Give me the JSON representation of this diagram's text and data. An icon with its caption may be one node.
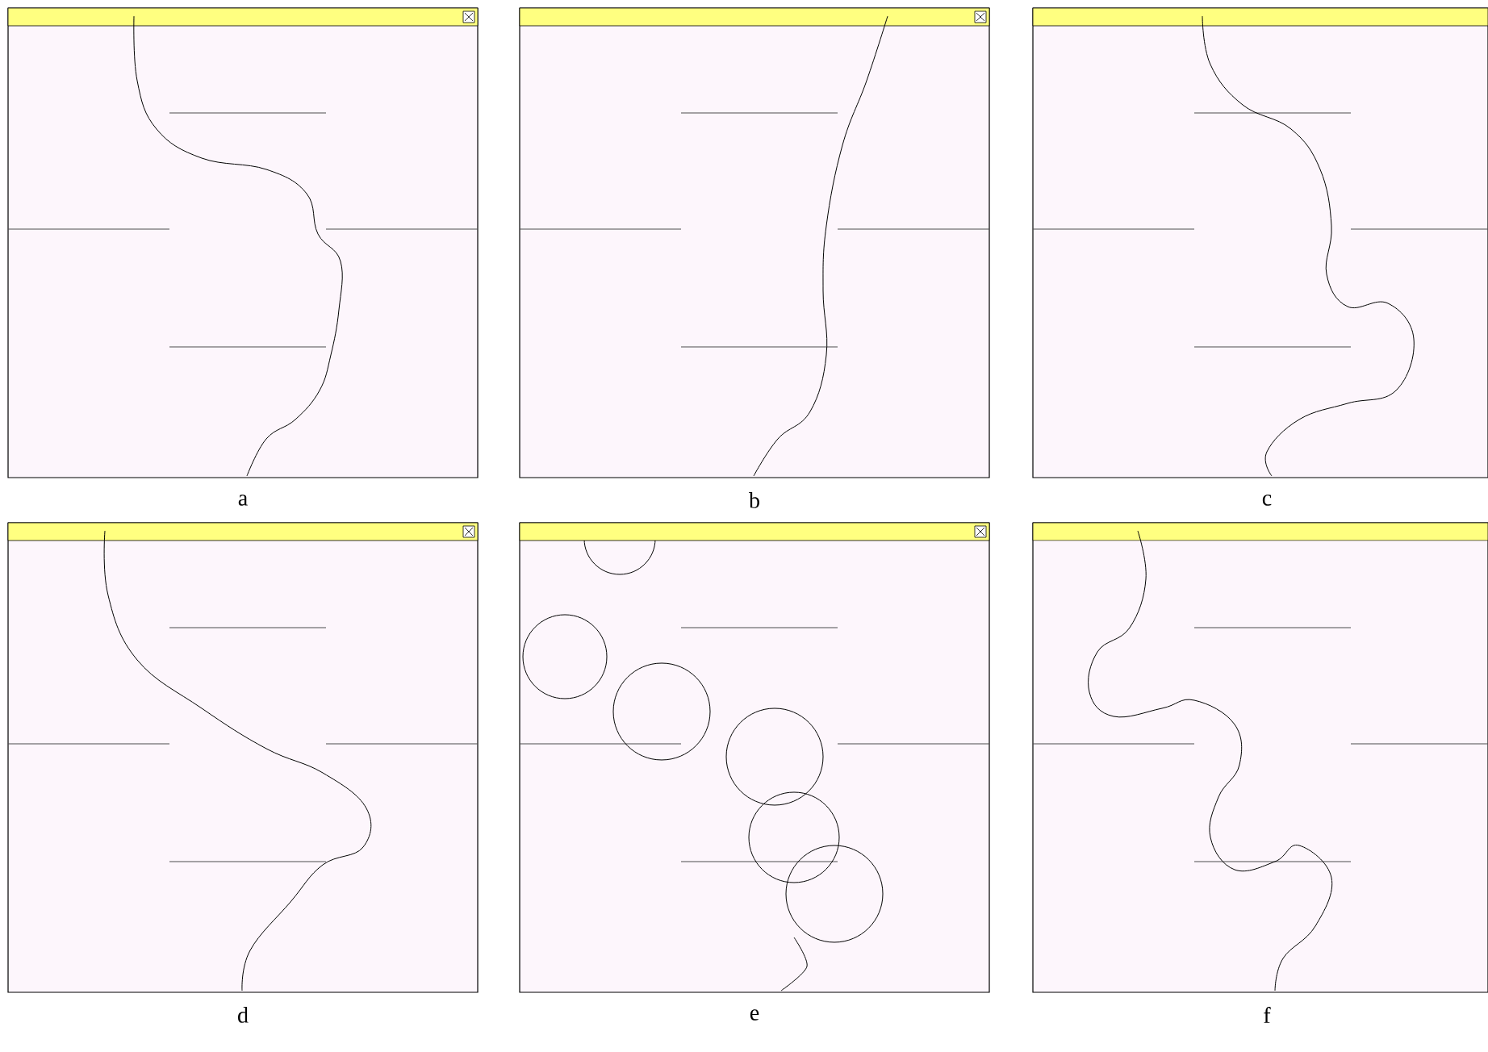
{
  "diagram": {
    "labels": [
      "a",
      "b",
      "c",
      "d",
      "e",
      "f"
    ]
  }
}
